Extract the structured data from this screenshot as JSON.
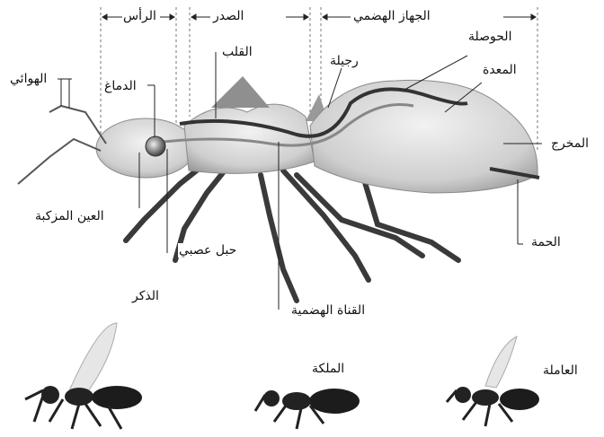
{
  "regions": {
    "head": "الرأس",
    "thorax": "الصدر",
    "digestive_system": "الجهاز الهضمي"
  },
  "parts": {
    "antennae": "الهوائي",
    "brain": "الدماغ",
    "heart": "القلب",
    "petiole": "رجيلة",
    "crop": "الحوصلة",
    "stomach": "المعدة",
    "anus": "المخرج",
    "compound_eye": "العين المزكبة",
    "nerve_cord": "حبل عصبي",
    "digestive_tract": "القناة الهضمية",
    "sting": "الحمة"
  },
  "castes": {
    "male": "الذكر",
    "queen": "الملكة",
    "worker": "العاملة"
  }
}
